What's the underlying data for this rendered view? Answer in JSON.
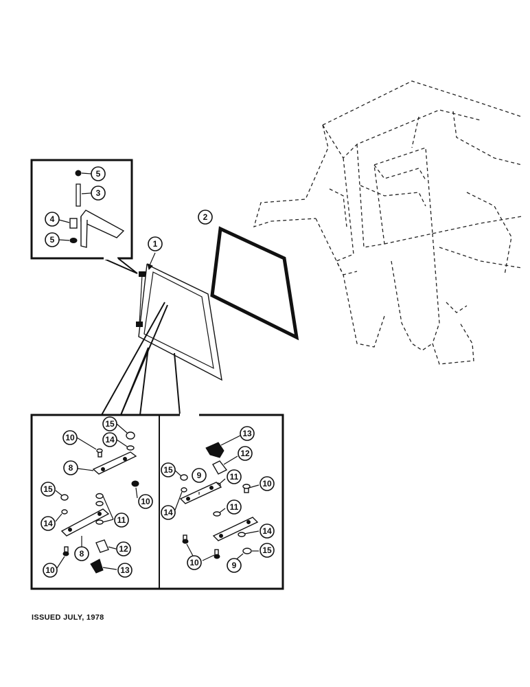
{
  "footer": {
    "issued": "ISSUED JULY, 1978"
  },
  "callouts": {
    "c1": "1",
    "c2": "2",
    "c3": "3",
    "c4": "4",
    "c5a": "5",
    "c5b": "5",
    "l15": "15",
    "l14a": "14",
    "l10a": "10",
    "l8a": "8",
    "l15b": "15",
    "l10b": "10",
    "l14b": "14",
    "l11a": "11",
    "l8b": "8",
    "l12a": "12",
    "l10c": "10",
    "l13a": "13",
    "r13a": "13",
    "r12": "12",
    "r15a": "15",
    "r9a": "9",
    "r11a": "11",
    "r10a": "10",
    "r14a": "14",
    "r11b": "11",
    "r14b": "14",
    "r15b": "15",
    "r10b": "10",
    "r9b": "9"
  }
}
